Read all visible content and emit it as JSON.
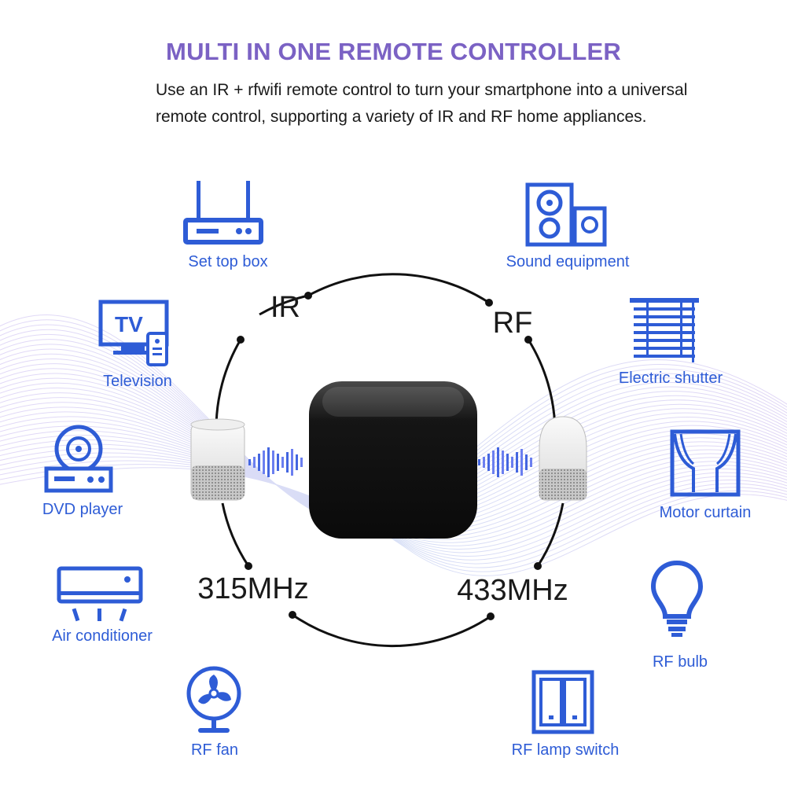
{
  "title": "MULTI IN ONE REMOTE CONTROLLER",
  "subtitle": "Use an IR + rfwifi remote control to turn your smartphone into a universal remote control, supporting a variety of IR and RF home appliances.",
  "bands": {
    "ir": "IR",
    "rf": "RF",
    "f315": "315MHz",
    "f433": "433MHz"
  },
  "devices": {
    "set_top_box": "Set top box",
    "television": "Television",
    "dvd_player": "DVD player",
    "air_conditioner": "Air conditioner",
    "rf_fan": "RF fan",
    "sound_equipment": "Sound equipment",
    "electric_shutter": "Electric shutter",
    "motor_curtain": "Motor curtain",
    "rf_bulb": "RF bulb",
    "rf_lamp_switch": "RF lamp switch"
  },
  "icons": {
    "set_top_box": "router-icon",
    "television": "tv-icon",
    "dvd_player": "dvd-icon",
    "air_conditioner": "air-conditioner-icon",
    "rf_fan": "fan-icon",
    "sound_equipment": "speaker-icon",
    "electric_shutter": "shutter-icon",
    "motor_curtain": "curtain-icon",
    "rf_bulb": "bulb-icon",
    "rf_lamp_switch": "switch-icon"
  },
  "colors": {
    "title": "#7b62c4",
    "icon": "#2e5cd6",
    "device": "#161616"
  }
}
